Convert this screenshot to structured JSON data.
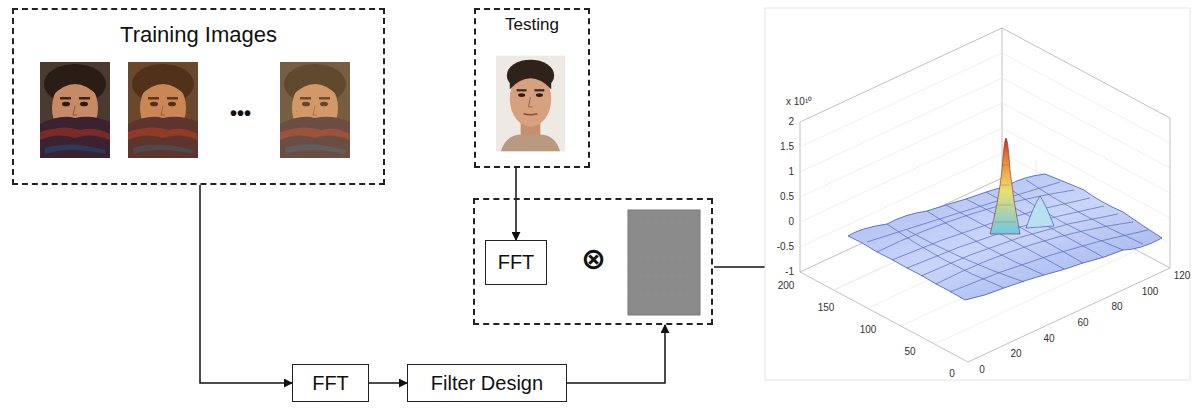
{
  "diagram": {
    "nodes": [
      {
        "text": [
          "Training Images",
          "•••"
        ]
      },
      {
        "text": [
          "Testing"
        ]
      },
      {
        "text": [
          "⊗"
        ]
      },
      {
        "text": [
          "FFT"
        ],
        "in": 2
      },
      {
        "text": [
          "FFT"
        ]
      },
      {
        "text": [
          "Filter Design"
        ]
      }
    ],
    "edges": [
      {
        "from": 0,
        "to": 4,
        "arrow": "to"
      },
      {
        "from": 4,
        "to": 5,
        "arrow": "to"
      },
      {
        "from": 5,
        "to": 2,
        "arrow": "to"
      },
      {
        "from": 1,
        "to": 3,
        "arrow": "to"
      }
    ],
    "labels": [
      "x 10¹⁰",
      "2",
      "1.5",
      "1",
      "0.5",
      "0",
      "-0.5",
      "-1",
      "200",
      "150",
      "100",
      "50",
      "0",
      "0",
      "20",
      "40",
      "60",
      "80",
      "100",
      "120"
    ]
  }
}
